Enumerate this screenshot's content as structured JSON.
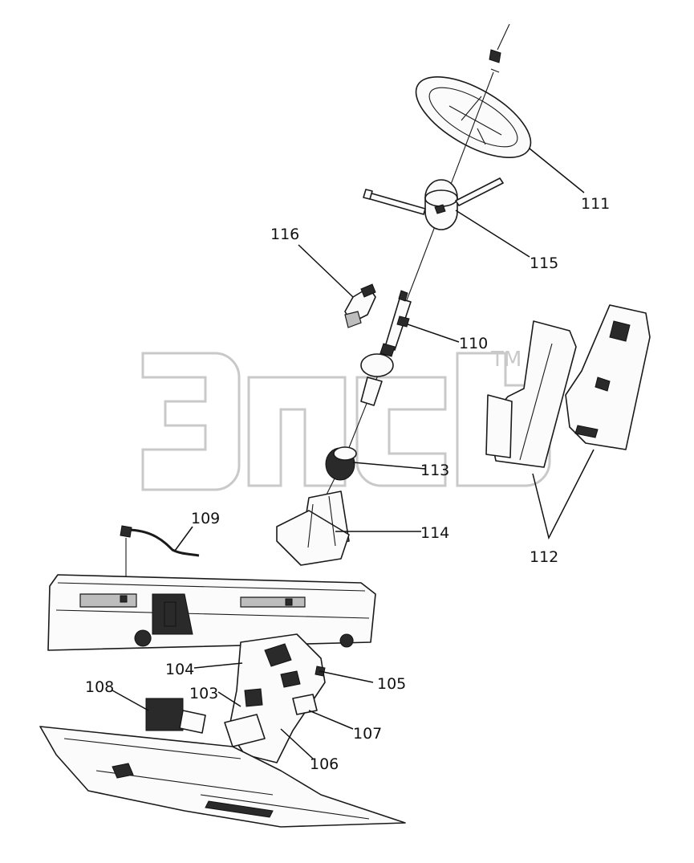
{
  "watermark": {
    "brand": "ЭПС",
    "mark": "TM"
  },
  "callouts": {
    "c103": "103",
    "c104": "104",
    "c105": "105",
    "c106": "106",
    "c107": "107",
    "c108": "108",
    "c109": "109",
    "c110": "110",
    "c111": "111",
    "c112": "112",
    "c113": "113",
    "c114": "114",
    "c115": "115",
    "c116": "116"
  },
  "colors": {
    "line": "#1a1a1a",
    "watermark": "#c9c9c9",
    "background": "#ffffff"
  }
}
